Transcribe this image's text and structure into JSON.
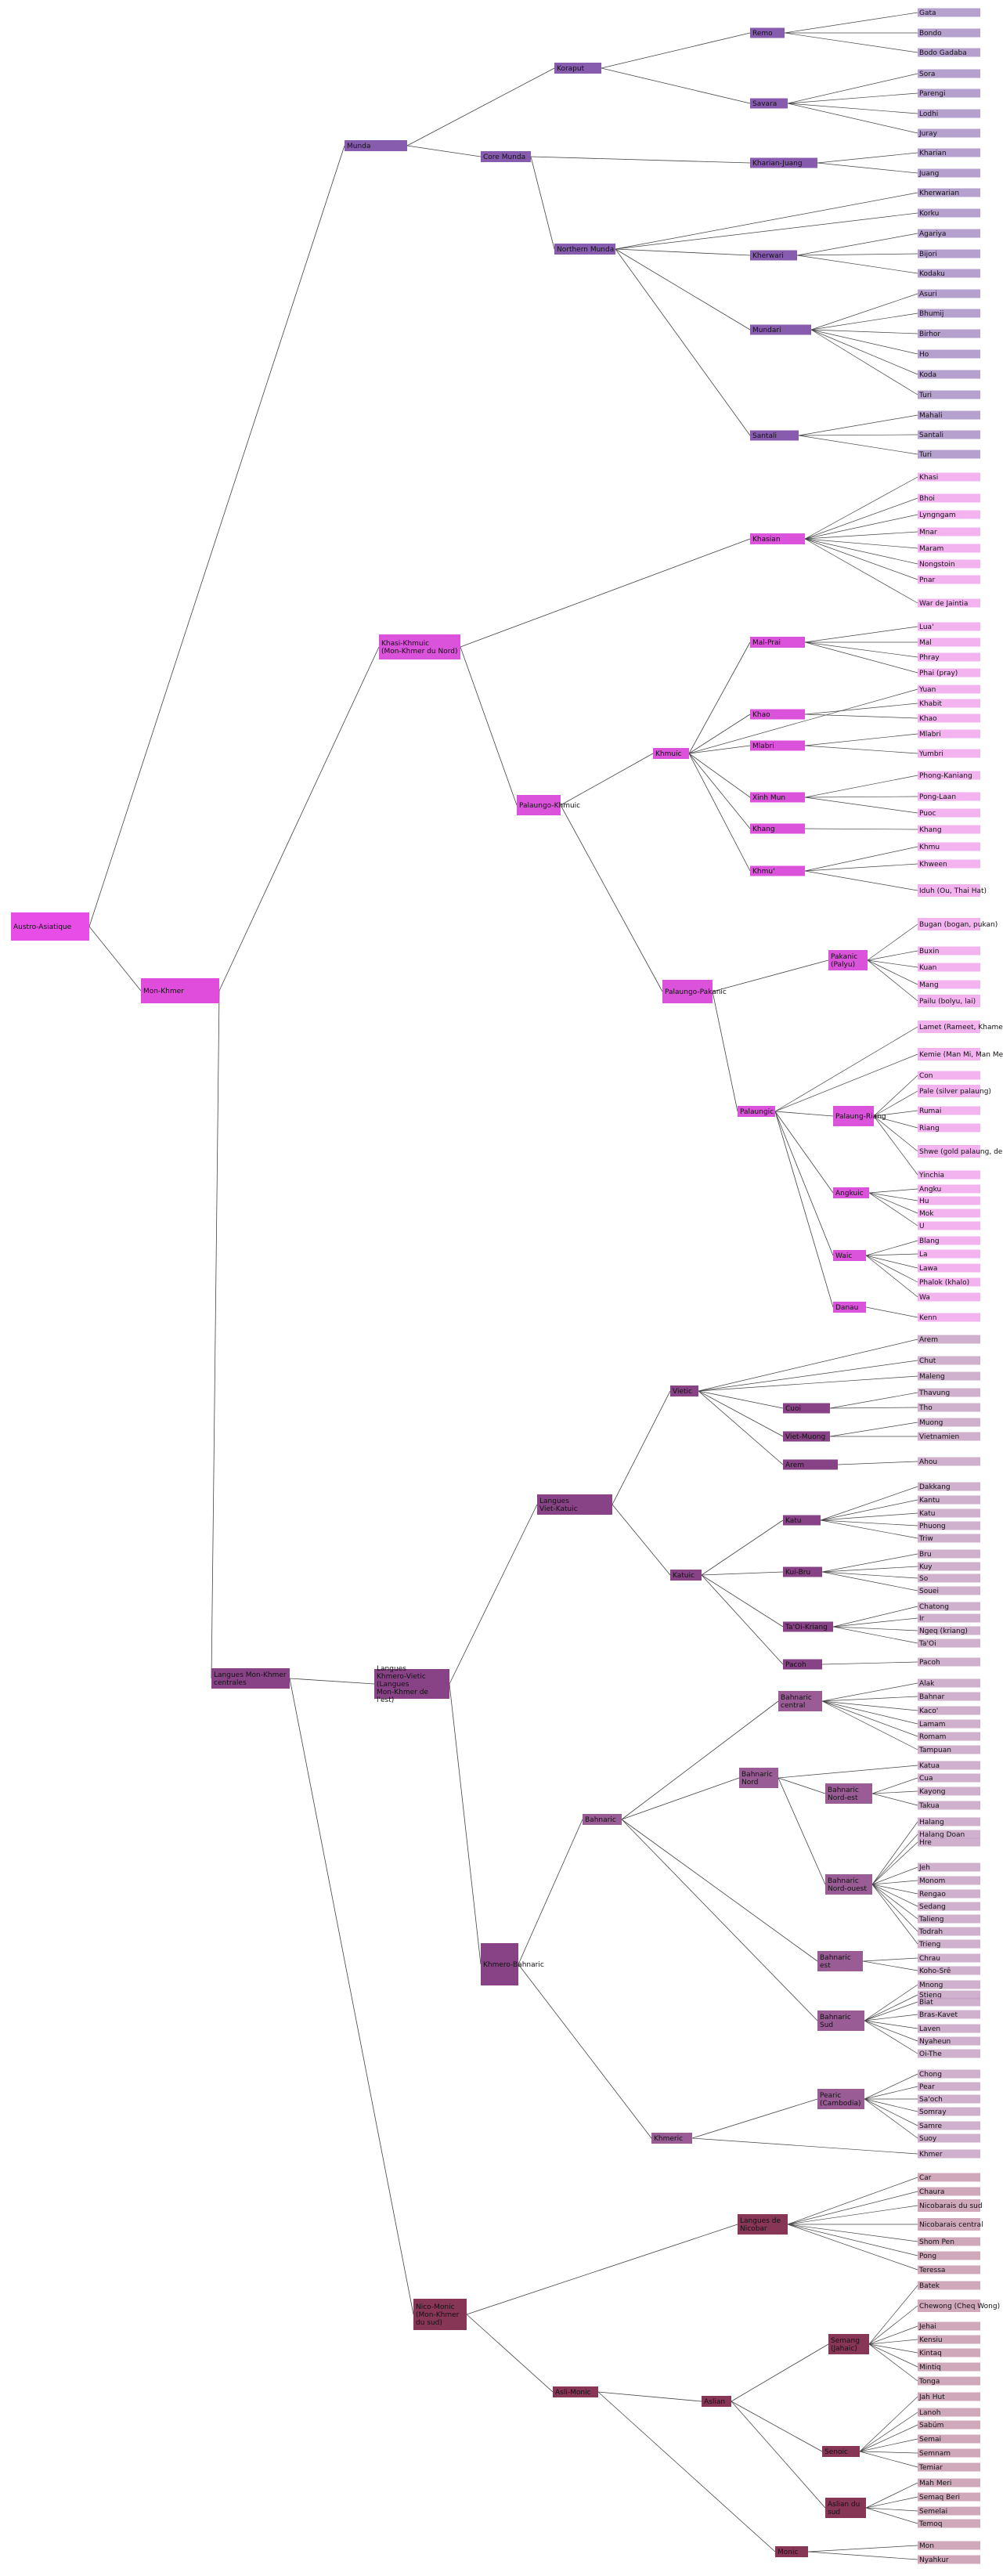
{
  "colors": {
    "munda": "#7a4aa6",
    "khasi_khmuic": "#d640d6",
    "root": "#e63ae6",
    "mon_khmer": "#dd3ad8",
    "central": "#7a2f78",
    "bahnaric": "#8e4a8a",
    "nicobar": "#7a2042",
    "line": "#444444"
  },
  "nodes": {
    "austro": "Austro-Asiatique",
    "monkhmer": "Mon-Khmer",
    "central": "Langues Mon-Khmer centrales",
    "munda": "Munda",
    "koraput": "Koraput",
    "remo": "Remo",
    "savara": "Savara",
    "coremunda": "Core Munda",
    "kharia_juang": "Kharian-Juang",
    "northern": "Northern Munda",
    "kherwari_g": "Kherwari",
    "mundari_g": "Mundari",
    "santali_g": "Santali",
    "khasi_khmuic": "Khasi-Khmuic (Mon-Khmer du Nord)",
    "khasian": "Khasian",
    "palaungo_khmuic": "Palaungo-Khmuic",
    "khmuic": "Khmuic",
    "mal_prai": "Mal-Prai",
    "khao": "Khao",
    "mlabri": "Mlabri",
    "xinh_mun": "Xinh Mun",
    "khang": "Khang",
    "khmu": "Khmu'",
    "palaungo_pakanic": "Palaungo-Pakanic",
    "pakanic": "Pakanic (Palyu)",
    "palaungic": "Palaungic",
    "palaung_riang": "Palaung-Riang",
    "angkuic": "Angkuic",
    "waic": "Waic",
    "danau": "Danau",
    "viet_katuic": "Langues Viet-Katuic",
    "khmero_vietic": "Langues Khmero-Vietic (Langues Mon-Khmer de l'est)",
    "vietic": "Vietic",
    "cuoi": "Cuoi",
    "viet_muong": "Viet-Muong",
    "arem_g": "Arem",
    "katuic": "Katuic",
    "katu": "Katu",
    "kui_bru": "Kui-Bru",
    "ta_oi_kriang": "Ta'Oi-Kriang",
    "pacoh_g": "Pacoh",
    "khmero_bahnaric": "Khmero-Bahnaric",
    "bahnaric": "Bahnaric",
    "bahnaric_central": "Bahnaric central",
    "bahnaric_nord": "Bahnaric Nord",
    "bahnaric_nord_est": "Bahnaric Nord-est",
    "bahnaric_nord_ouest": "Bahnaric Nord-ouest",
    "bahnaric_est": "Bahnaric est",
    "bahnaric_sud": "Bahnaric Sud",
    "khmeric": "Khmeric",
    "pearic": "Pearic (Cambodia)",
    "nico_monic": "Nico-Monic (Mon-Khmer du sud)",
    "nicobar": "Langues de Nicobar",
    "asli_monic": "Asli-Monic",
    "aslian": "Aslian",
    "semang": "Semang (Jahaic)",
    "senoic": "Senoic",
    "aslian_sud": "Aslian du sud",
    "monic": "Monic"
  },
  "leaves": {
    "gata": "Gata",
    "bondo": "Bondo",
    "bodo_gadaba": "Bodo Gadaba",
    "sora": "Sora",
    "parengi": "Parengi",
    "lodhi": "Lodhi",
    "juray": "Juray",
    "kharian": "Kharian",
    "juang": "Juang",
    "kherwarian": "Kherwarian",
    "korku": "Korku",
    "agariya": "Agariya",
    "bijori": "Bijori",
    "kodaku": "Kodaku",
    "asuri": "Asuri",
    "bhumij": "Bhumij",
    "birhor": "Birhor",
    "ho": "Ho",
    "koda": "Koda",
    "turi1": "Turi",
    "mahali": "Mahali",
    "santali": "Santali",
    "turi2": "Turi",
    "khasi": "Khasi",
    "bhoi": "Bhoi",
    "lyngngam": "Lyngngam",
    "mnar": "Mnar",
    "maram": "Maram",
    "nongstoin": "Nongstoin",
    "pnar": "Pnar",
    "war_jaintia": "War de Jaintia",
    "lua": "Lua'",
    "mal": "Mal",
    "phray": "Phray",
    "phai": "Phai (pray)",
    "yuan": "Yuan",
    "khabit": "Khabit",
    "khao_l": "Khao",
    "mlabri_l": "Mlabri",
    "yumbri": "Yumbri",
    "phong_kaniang": "Phong-Kaniang",
    "pong_laan": "Pong-Laan",
    "puoc": "Puoc",
    "khang_l": "Khang",
    "khmu_l": "Khmu",
    "khween": "Khween",
    "iduh": "Iduh (Ou, Thai Hat)",
    "bugan": "Bugan (bogan, pukan)",
    "buxin": "Buxin",
    "kuan": "Kuan",
    "mang": "Mang",
    "pailu": "Pailu (bolyu, lai)",
    "lamet": "Lamet (Rameet, Khamet)",
    "kemie": "Kemie (Man Mi, Man Met)",
    "con": "Con",
    "pale": "Pale (silver palaung)",
    "rumai": "Rumai",
    "riang": "Riang",
    "shwe": "Shwe (gold palaung, de lang)",
    "yinchia": "Yinchia",
    "angku": "Angku",
    "hu": "Hu",
    "mok": "Mok",
    "u": "U",
    "blang": "Blang",
    "la": "La",
    "lawa": "Lawa",
    "phalok": "Phalok (khalo)",
    "wa": "Wa",
    "kenn": "Kenn",
    "arem": "Arem",
    "chut": "Chut",
    "maleng": "Maleng",
    "thavung": "Thavung",
    "tho": "Tho",
    "muong": "Muong",
    "vietnamien": "Vietnamien",
    "ahou": "Ahou",
    "dakkang": "Dakkang",
    "kantu": "Kantu",
    "katu_l": "Katu",
    "phuong": "Phuong",
    "triw": "Triw",
    "bru": "Bru",
    "kuy": "Kuy",
    "so": "So",
    "souei": "Souei",
    "chatong": "Chatong",
    "ir": "Ir",
    "ngeq": "Ngeq (kriang)",
    "ta_oi": "Ta'Oi",
    "pacoh": "Pacoh",
    "alak": "Alak",
    "bahnar": "Bahnar",
    "kaco": "Kaco'",
    "lamam": "Lamam",
    "romam": "Romam",
    "tampuan": "Tampuan",
    "katua": "Katua",
    "kayong": "Kayong",
    "takua": "Takua",
    "cua": "Cua",
    "halang": "Halang",
    "halang_doan": "Halang Doan",
    "hre": "Hre",
    "jeh": "Jeh",
    "monom": "Monom",
    "rengao": "Rengao",
    "sedang": "Sedang",
    "talieng": "Talieng",
    "todrah": "Todrah",
    "trieng": "Trieng",
    "chrau": "Chrau",
    "koho_sre": "Koho-Srê",
    "mnong": "Mnong",
    "stieng": "Stieng",
    "biat": "Biat",
    "bras_kavet": "Bras-Kavet",
    "laven": "Laven",
    "nyaheun": "Nyaheun",
    "oi_the": "Oi-The",
    "chong": "Chong",
    "pear": "Pear",
    "sa_och": "Sa'och",
    "somray": "Somray",
    "samre": "Samre",
    "suoy": "Suoy",
    "khmer": "Khmer",
    "car": "Car",
    "chaura": "Chaura",
    "nicob_sud": "Nicobarais du sud",
    "nicob_central": "Nicobarais central",
    "shom_pen": "Shom Pen",
    "pong": "Pong",
    "teressa": "Teressa",
    "batek": "Batek",
    "chewong": "Chewong (Cheq Wong)",
    "jehai": "Jehai",
    "kensiu": "Kensiu",
    "kintaq": "Kintaq",
    "mintiq": "Mintiq",
    "tonga": "Tonga",
    "jah_hut": "Jah Hut",
    "lanoh": "Lanoh",
    "sabüm": "Sabüm",
    "semai": "Semai",
    "semnam": "Semnam",
    "temiar": "Temiar",
    "mah_meri": "Mah Meri",
    "semaq": "Semaq Beri",
    "semelai": "Semelai",
    "temoq": "Temoq",
    "mon": "Mon",
    "nyahkur": "Nyahkur"
  }
}
